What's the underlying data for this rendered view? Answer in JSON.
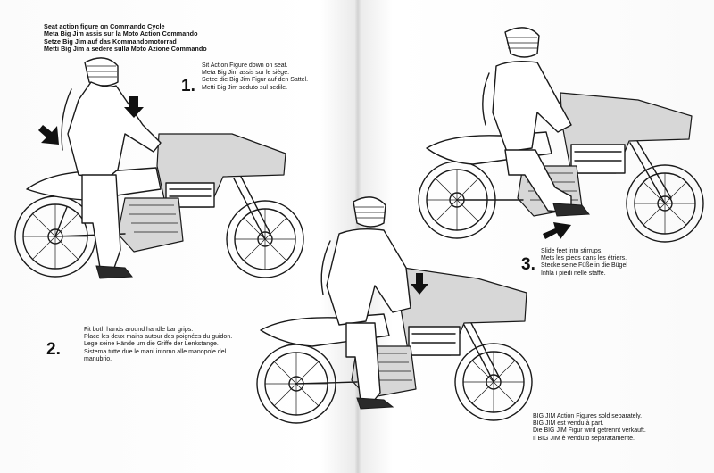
{
  "headline": {
    "lines": [
      "Seat action figure on Commando Cycle",
      "Meta Big Jim assis sur la Moto Action Commando",
      "Setze Big Jim auf das Kommandomotorrad",
      "Metti Big Jim a sedere sulla Moto Azione Commando"
    ]
  },
  "steps": [
    {
      "number": "1.",
      "lines": [
        "Sit Action Figure down on seat.",
        "Meta Big Jim assis sur le siège.",
        "Setze die Big Jim Figur auf den Sattel.",
        "Metti Big Jim seduto sul sedile."
      ]
    },
    {
      "number": "2.",
      "lines": [
        "Fit both hands around handle bar grips.",
        "Place les deux mains autour des poignées du guidon.",
        "Lege seine Hände um die Griffe der Lenkstange.",
        "Sistema tutte due le mani intorno alle manopole del",
        "manubrio."
      ]
    },
    {
      "number": "3.",
      "lines": [
        "Slide feet into stirrups.",
        "Mets les pieds dans les étriers.",
        "Stecke seine Füße in die Bügel",
        "Infila i piedi nelle staffe."
      ]
    }
  ],
  "note": {
    "lines": [
      "BIG JIM Action Figures sold separately.",
      "BIG JIM est vendu à part.",
      "Die BIG JIM Figur wird getrennt verkauft.",
      "Il BIG JIM è venduto separatamente."
    ]
  },
  "illustrations": [
    {
      "name": "step-1-illustration",
      "arrows": 2
    },
    {
      "name": "step-2-illustration",
      "arrows": 1
    },
    {
      "name": "step-3-illustration",
      "arrows": 1
    }
  ]
}
